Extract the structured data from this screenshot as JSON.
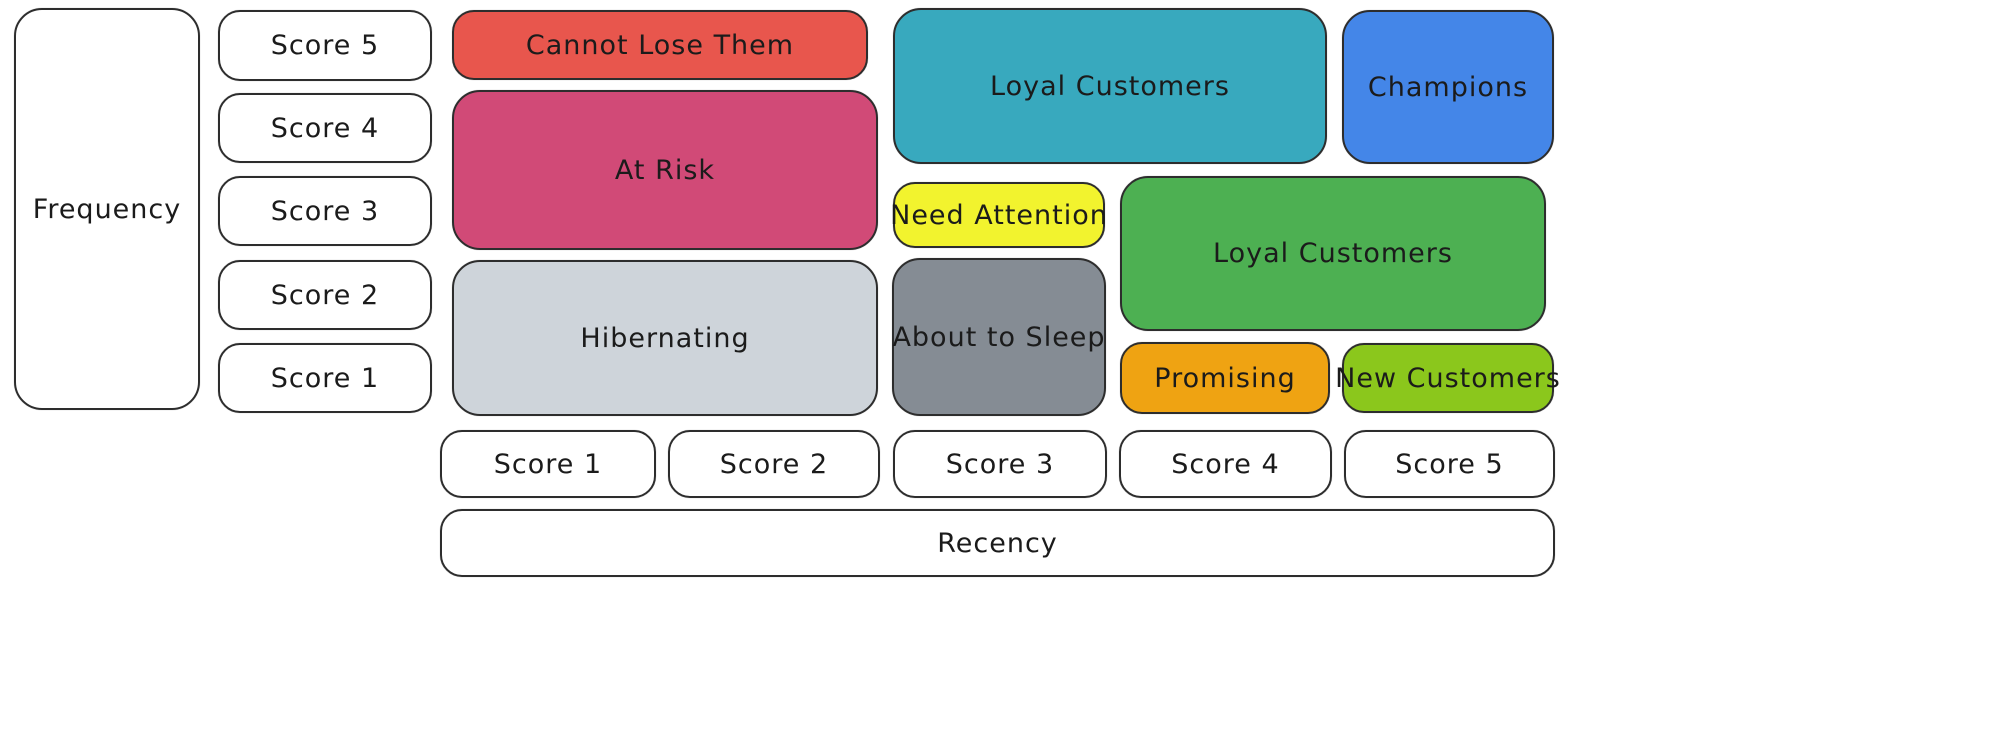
{
  "diagram": {
    "type": "rfm-segmentation-matrix"
  },
  "frequency_axis": {
    "label": "Frequency",
    "scores": [
      {
        "label": "Score 5"
      },
      {
        "label": "Score 4"
      },
      {
        "label": "Score 3"
      },
      {
        "label": "Score 2"
      },
      {
        "label": "Score 1"
      }
    ]
  },
  "recency_axis": {
    "label": "Recency",
    "scores": [
      {
        "label": "Score 1"
      },
      {
        "label": "Score 2"
      },
      {
        "label": "Score 3"
      },
      {
        "label": "Score 4"
      },
      {
        "label": "Score 5"
      }
    ]
  },
  "segments": {
    "cannot_lose_them": {
      "label": "Cannot Lose Them",
      "color": "#e8564d"
    },
    "at_risk": {
      "label": "At Risk",
      "color": "#d14a77"
    },
    "hibernating": {
      "label": "Hibernating",
      "color": "#ced4da"
    },
    "loyal_customers_top": {
      "label": "Loyal Customers",
      "color": "#38a9be"
    },
    "champions": {
      "label": "Champions",
      "color": "#4486e8"
    },
    "need_attention": {
      "label": "Need Attention",
      "color": "#f2f32e"
    },
    "loyal_customers_mid": {
      "label": "Loyal Customers",
      "color": "#4db052"
    },
    "about_to_sleep": {
      "label": "About to Sleep",
      "color": "#858c94"
    },
    "promising": {
      "label": "Promising",
      "color": "#efa312"
    },
    "new_customers": {
      "label": "New Customers",
      "color": "#8bc71c"
    }
  }
}
